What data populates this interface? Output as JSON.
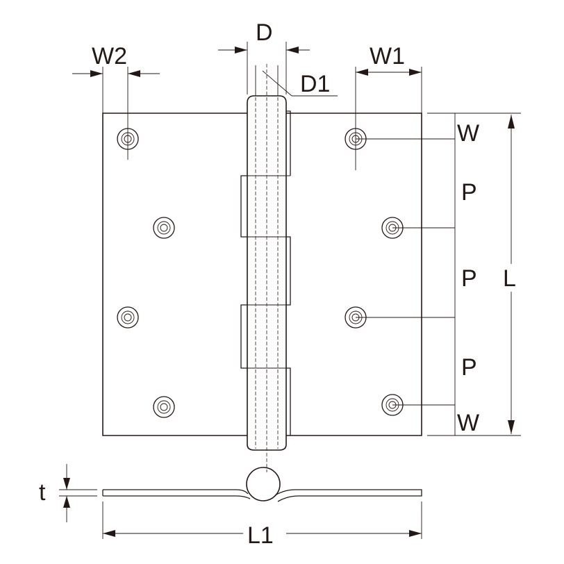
{
  "labels": {
    "D": "D",
    "D1": "D1",
    "W2": "W2",
    "W1": "W1",
    "W_top": "W",
    "P1": "P",
    "P2": "P",
    "P3": "P",
    "W_bottom": "W",
    "L": "L",
    "t": "t",
    "L1": "L1"
  }
}
